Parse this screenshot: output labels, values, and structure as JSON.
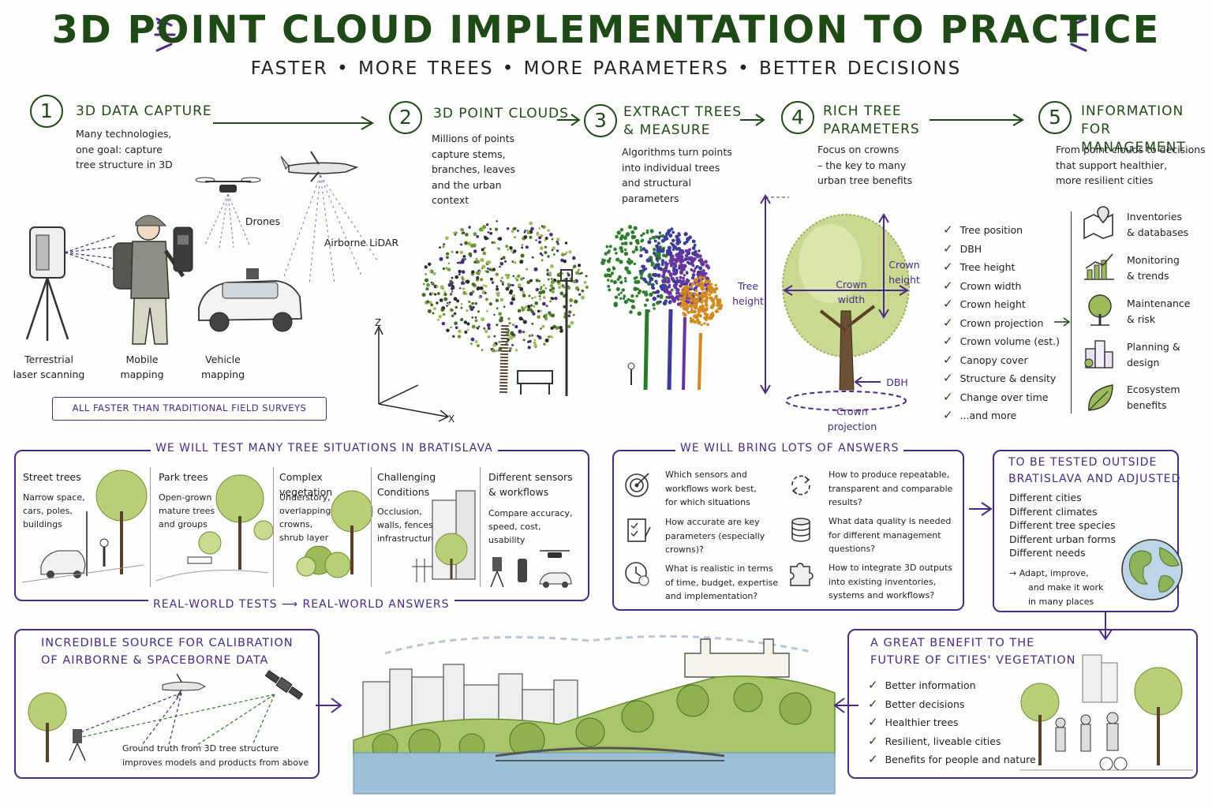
{
  "title": "3D POINT CLOUD IMPLEMENTATION TO PRACTICE",
  "subtitle": "FASTER  •  MORE TREES  •  MORE PARAMETERS  •  BETTER DECISIONS",
  "steps": [
    {
      "num": "1",
      "title": "3D DATA CAPTURE",
      "desc": [
        "Many technologies,",
        "one goal: capture",
        "tree structure in 3D"
      ]
    },
    {
      "num": "2",
      "title": "3D POINT CLOUDS",
      "desc": [
        "Millions of points",
        "capture stems,",
        "branches, leaves",
        "and the urban",
        "context"
      ]
    },
    {
      "num": "3",
      "title_lines": [
        "EXTRACT TREES",
        "& MEASURE"
      ],
      "desc": [
        "Algorithms turn points",
        "into individual trees",
        "and structural",
        "parameters"
      ]
    },
    {
      "num": "4",
      "title_lines": [
        "RICH TREE",
        "PARAMETERS"
      ],
      "desc": [
        "Focus on crowns",
        "– the key to many",
        "urban tree benefits"
      ]
    },
    {
      "num": "5",
      "title_lines": [
        "INFORMATION FOR",
        "MANAGEMENT"
      ],
      "desc": [
        "From point clouds to decisions",
        "that support healthier,",
        "more resilient cities"
      ]
    }
  ],
  "capture": {
    "terrestrial": [
      "Terrestrial",
      "laser scanning"
    ],
    "mobile": [
      "Mobile",
      "mapping"
    ],
    "vehicle": [
      "Vehicle",
      "mapping"
    ],
    "drones": "Drones",
    "airborne": "Airborne LiDAR",
    "faster_note": "ALL FASTER THAN TRADITIONAL FIELD SURVEYS"
  },
  "axes": {
    "z": "Z",
    "x": "X"
  },
  "tree_dims": {
    "tree_height": [
      "Tree",
      "height"
    ],
    "crown_height": [
      "Crown",
      "height"
    ],
    "crown_width": [
      "Crown",
      "width"
    ],
    "dbh": "DBH",
    "crown_projection": [
      "Crown",
      "projection"
    ]
  },
  "parameters": [
    "Tree position",
    "DBH",
    "Tree height",
    "Crown width",
    "Crown height",
    "Crown projection",
    "Crown volume (est.)",
    "Canopy cover",
    "Structure & density",
    "Change over time",
    "...and more"
  ],
  "management": [
    {
      "icon": "map-pin-icon",
      "lines": [
        "Inventories",
        "& databases"
      ]
    },
    {
      "icon": "chart-icon",
      "lines": [
        "Monitoring",
        "& trends"
      ]
    },
    {
      "icon": "tree-icon",
      "lines": [
        "Maintenance",
        "& risk"
      ]
    },
    {
      "icon": "buildings-icon",
      "lines": [
        "Planning &",
        "design"
      ]
    },
    {
      "icon": "leaf-icon",
      "lines": [
        "Ecosystem",
        "benefits"
      ]
    }
  ],
  "situations": {
    "title": "WE WILL TEST MANY TREE SITUATIONS IN BRATISLAVA",
    "footer": "REAL-WORLD TESTS ⟶ REAL-WORLD ANSWERS",
    "cols": [
      {
        "title": [
          "Street trees"
        ],
        "text": [
          "Narrow space,",
          "cars, poles,",
          "buildings"
        ]
      },
      {
        "title": [
          "Park trees"
        ],
        "text": [
          "Open-grown",
          "mature trees",
          "and groups"
        ]
      },
      {
        "title": [
          "Complex vegetation"
        ],
        "text": [
          "Understory,",
          "overlapping",
          "crowns,",
          "shrub layer"
        ]
      },
      {
        "title": [
          "Challenging",
          "Conditions"
        ],
        "text": [
          "Occlusion,",
          "walls, fences,",
          "infrastructure"
        ]
      },
      {
        "title": [
          "Different sensors",
          "& workflows"
        ],
        "text": [
          "Compare accuracy,",
          "speed, cost,",
          "usability"
        ]
      }
    ]
  },
  "answers": {
    "title": "WE WILL BRING LOTS OF ANSWERS",
    "items": [
      {
        "icon": "target-icon",
        "lines": [
          "Which sensors and",
          "workflows work best,",
          "for which situations"
        ]
      },
      {
        "icon": "refresh-icon",
        "lines": [
          "How to produce repeatable,",
          "transparent and comparable",
          "results?"
        ]
      },
      {
        "icon": "checklist-icon",
        "lines": [
          "How accurate are key",
          "parameters (especially",
          "crowns)?"
        ]
      },
      {
        "icon": "database-icon",
        "lines": [
          "What data quality is needed",
          "for different management",
          "questions?"
        ]
      },
      {
        "icon": "clock-icon",
        "lines": [
          "What is realistic in terms",
          "of time, budget, expertise",
          "and implementation?"
        ]
      },
      {
        "icon": "puzzle-icon",
        "lines": [
          "How to integrate 3D outputs",
          "into existing inventories,",
          "systems and workflows?"
        ]
      }
    ]
  },
  "outside": {
    "title": [
      "TO BE TESTED OUTSIDE",
      "BRATISLAVA AND ADJUSTED"
    ],
    "items": [
      "Different cities",
      "Different climates",
      "Different tree species",
      "Different urban forms",
      "Different needs"
    ],
    "adapt": [
      "→  Adapt, improve,",
      "and make it work",
      "in many places"
    ]
  },
  "calibration": {
    "title": [
      "INCREDIBLE SOURCE FOR CALIBRATION",
      "OF AIRBORNE & SPACEBORNE DATA"
    ],
    "text": [
      "Ground truth from 3D tree structure",
      "improves models and products from above"
    ]
  },
  "benefit": {
    "title": [
      "A GREAT BENEFIT TO THE",
      "FUTURE OF CITIES' VEGETATION"
    ],
    "items": [
      "Better information",
      "Better decisions",
      "Healthier trees",
      "Resilient, liveable cities",
      "Benefits for people and nature"
    ]
  },
  "colors": {
    "green": "#1f4a18",
    "purple": "#4a2a86",
    "leaf": "#9cba5a",
    "leaf_dark": "#5f8a2e"
  }
}
